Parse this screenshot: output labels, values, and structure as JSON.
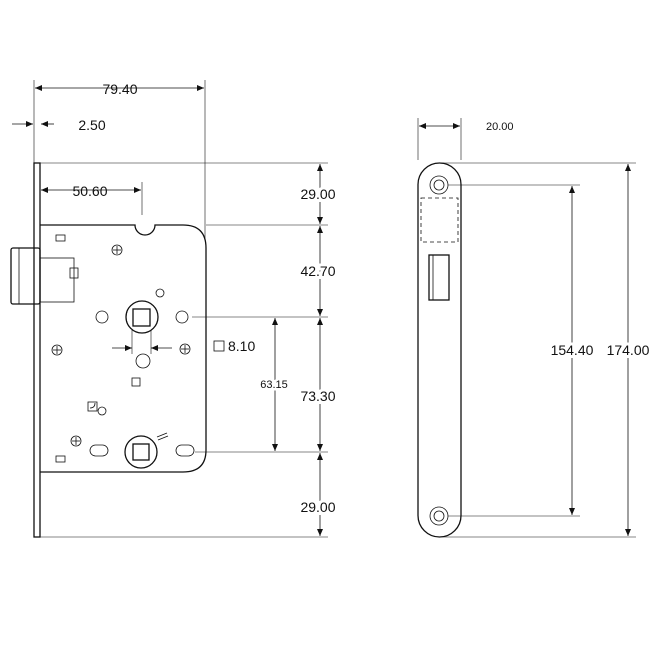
{
  "dimensions": {
    "overall_width": "79.40",
    "faceplate_thickness": "2.50",
    "backset": "50.60",
    "top_offset": "29.00",
    "follower_offset": "42.70",
    "cylinder_square": "8.10",
    "hole_spacing": "63.15",
    "follower_to_lower": "73.30",
    "bottom_offset": "29.00",
    "faceplate_width": "20.00",
    "screw_spacing": "154.40",
    "faceplate_length": "174.00"
  }
}
